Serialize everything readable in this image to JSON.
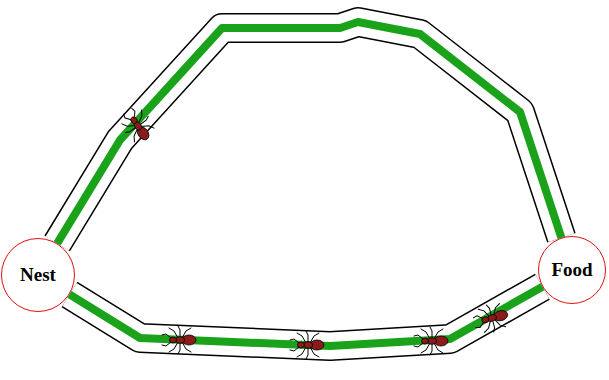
{
  "diagram": {
    "nodes": [
      {
        "text": [
          "Nest"
        ]
      },
      {
        "text": [
          "Food"
        ]
      }
    ],
    "edges": [
      {
        "from": 0,
        "to": 1,
        "arrow": "none"
      },
      {
        "from": 0,
        "to": 1,
        "arrow": "none"
      }
    ]
  }
}
